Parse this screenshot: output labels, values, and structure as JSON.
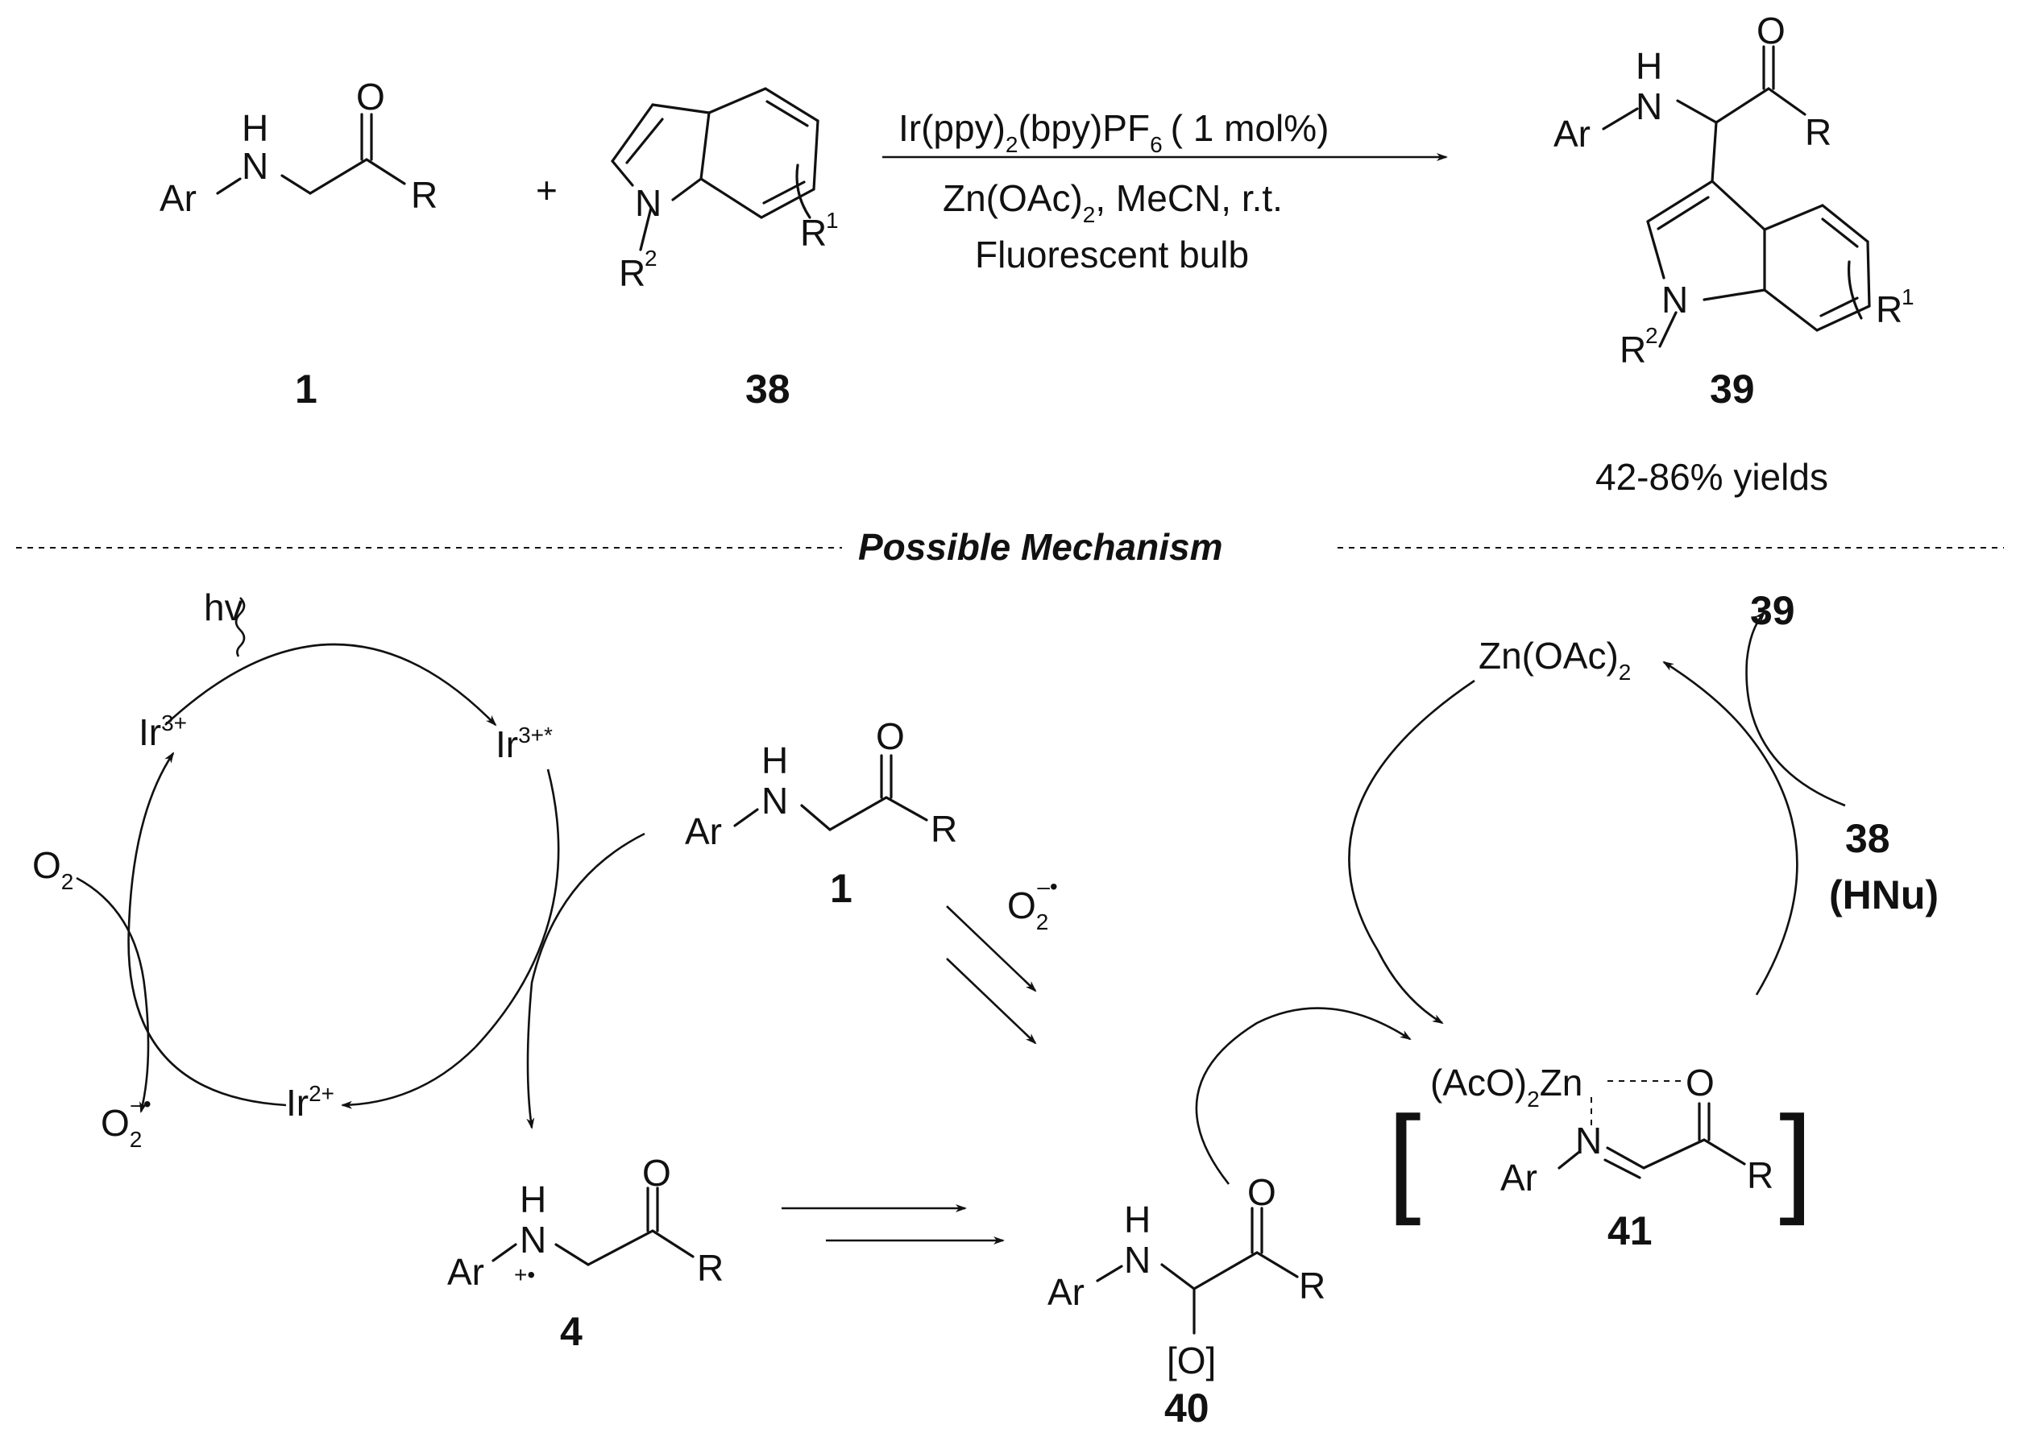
{
  "reaction": {
    "catalyst": "Ir(ppy)",
    "catalyst_sub": "2",
    "catalyst_mid": "(bpy)PF",
    "catalyst_sub2": "6",
    "catalyst_load": "( 1 mol%)",
    "additive": "Zn(OAc)",
    "additive_sub": "2",
    "additive_rest": ", MeCN, r.t.",
    "light": "Fluorescent bulb",
    "plus": "+",
    "yield": "42-86% yields"
  },
  "atoms": {
    "ar": "Ar",
    "h": "H",
    "n": "N",
    "o": "O",
    "r": "R",
    "r1": "R",
    "r1_sup": "1",
    "r2": "R",
    "r2_sup": "2",
    "ox": "[O]"
  },
  "compounds": {
    "c1": "1",
    "c38": "38",
    "c39": "39",
    "c4": "4",
    "c40": "40",
    "c41": "41"
  },
  "mechanism": {
    "title": "Possible Mechanism",
    "hv": "hv",
    "ir3": "Ir",
    "ir3_sup": "3+",
    "ir3star_sup": "3+*",
    "ir2": "Ir",
    "ir2_sup": "2+",
    "o2": "O",
    "o2_sub": "2",
    "superoxide_sup": "–•",
    "radical_cation": "+•",
    "zn_oac2": "Zn(OAc)",
    "zn_oac2_sub": "2",
    "aco2zn_a": "(AcO)",
    "aco2zn_sub": "2",
    "aco2zn_b": "Zn",
    "hnu": "(HNu)",
    "hnu_color": "#1a1adb",
    "bracket_left": "[",
    "bracket_right": "]"
  }
}
